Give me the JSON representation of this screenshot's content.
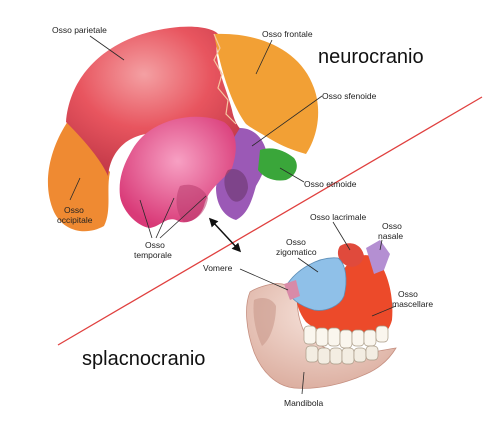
{
  "titles": {
    "neurocranium": "neurocranio",
    "splanchnocranium": "splacnocranio"
  },
  "labels": {
    "parietal": "Osso parietale",
    "frontal": "Osso frontale",
    "sphenoid": "Osso sfenoide",
    "ethmoid": "Osso etmoide",
    "occipital": [
      "Osso",
      "occipitale"
    ],
    "temporal": [
      "Osso",
      "temporale"
    ],
    "lacrimal": "Osso lacrimale",
    "nasal": [
      "Osso",
      "nasale"
    ],
    "zygomatic": [
      "Osso",
      "zigomatico"
    ],
    "vomer": "Vomere",
    "maxilla": [
      "Osso",
      "mascellare"
    ],
    "mandible": "Mandibola"
  },
  "colors": {
    "parietal": "#e8555f",
    "frontal": "#f2a035",
    "occipital": "#ef8a32",
    "temporal": "#ea4f86",
    "sphenoid": "#9b59b6",
    "ethmoid": "#3aa63a",
    "zygomatic": "#8fc0e8",
    "nasal": "#b48fd2",
    "lacrimal": "#e04a3c",
    "maxilla": "#ec4a2a",
    "mandible": "#eccbbf",
    "divider": "#e0403f"
  }
}
